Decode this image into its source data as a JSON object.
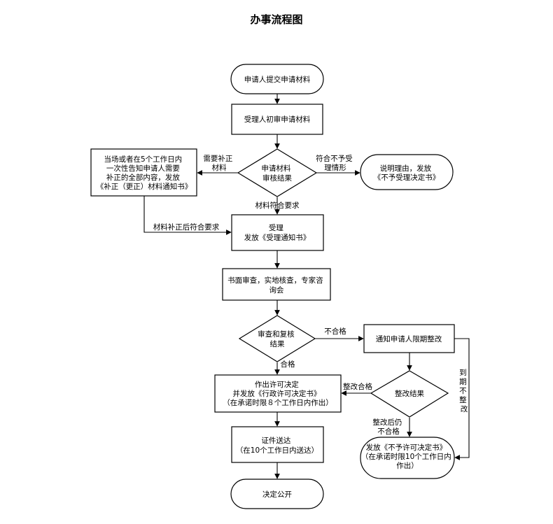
{
  "title": "办事流程图",
  "nodes": {
    "submit": "申请人提交申请材料",
    "initial_review": "受理人初审申请材料",
    "result_decision": [
      "申请材料",
      "审核结果"
    ],
    "supplement_notice": [
      "当场或者在5个工作日内",
      "一次性告知申请人需要",
      "补正的全部内容，发放",
      "《补正（更正）材料通知书》"
    ],
    "reject_notice": [
      "说明理由，发放",
      "《不予受理决定书》"
    ],
    "accept": [
      "受理",
      "发放《受理通知书》"
    ],
    "review": [
      "书面审查，实地核查，专家咨",
      "询会"
    ],
    "recheck_decision": [
      "审查和复核",
      "结果"
    ],
    "rectify_notice": "通知申请人限期整改",
    "permit_decision": [
      "作出许可决定",
      "并发放《行政许可决定书》",
      "（在承诺时限８个工作日内作出）"
    ],
    "rectify_decision": "整改结果",
    "deliver": [
      "证件送达",
      "（在10个工作日内送达）"
    ],
    "deny_permit": [
      "发放《不予许可决定书》",
      "（在承诺时限10个工作日内",
      "作出）"
    ],
    "publish": "决定公开"
  },
  "edge_labels": {
    "need_supplement": [
      "需要补正",
      "材料"
    ],
    "not_acceptable": [
      "符合不予受",
      "理情形"
    ],
    "materials_ok": "材料符合要求",
    "supplemented_ok": "材料补正后符合要求",
    "unqualified": "不合格",
    "qualified": "合格",
    "rectify_ok": "整改合格",
    "still_unqualified": [
      "整改后仍",
      "不合格"
    ],
    "overdue": [
      "到",
      "期",
      "不",
      "整",
      "改"
    ]
  }
}
